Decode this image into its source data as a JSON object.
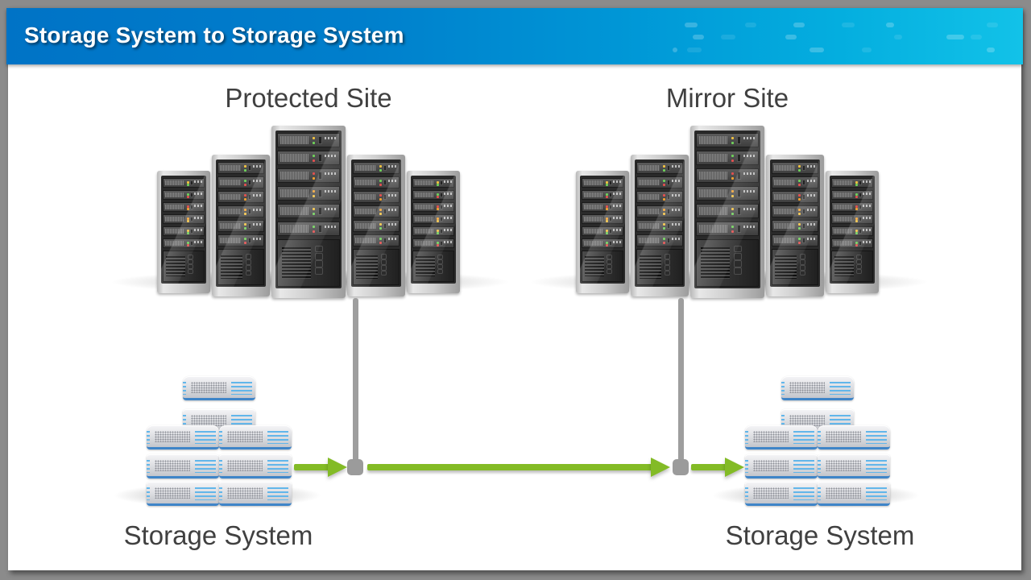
{
  "slide": {
    "title": "Storage System to Storage System",
    "header_colors": {
      "start": "#0073c6",
      "end": "#12c2e8"
    },
    "accent_arrow_color": "#83bb26",
    "connector_color": "#9e9e9e"
  },
  "sites": [
    {
      "id": "protected",
      "label": "Protected Site",
      "icon": "server-rack-cluster-icon",
      "server_count": 5
    },
    {
      "id": "mirror",
      "label": "Mirror Site",
      "icon": "server-rack-cluster-icon",
      "server_count": 5
    }
  ],
  "storage": [
    {
      "id": "left",
      "label": "Storage System",
      "icon": "storage-array-icon",
      "unit_count": 8
    },
    {
      "id": "right",
      "label": "Storage System",
      "icon": "storage-array-icon",
      "unit_count": 8
    }
  ],
  "flow": [
    {
      "from": "Storage System (Protected)",
      "to": "Protected junction",
      "icon": "arrow-right-icon"
    },
    {
      "from": "Protected junction",
      "to": "Mirror junction",
      "icon": "arrow-right-icon"
    },
    {
      "from": "Mirror junction",
      "to": "Storage System (Mirror)",
      "icon": "arrow-right-icon"
    }
  ]
}
